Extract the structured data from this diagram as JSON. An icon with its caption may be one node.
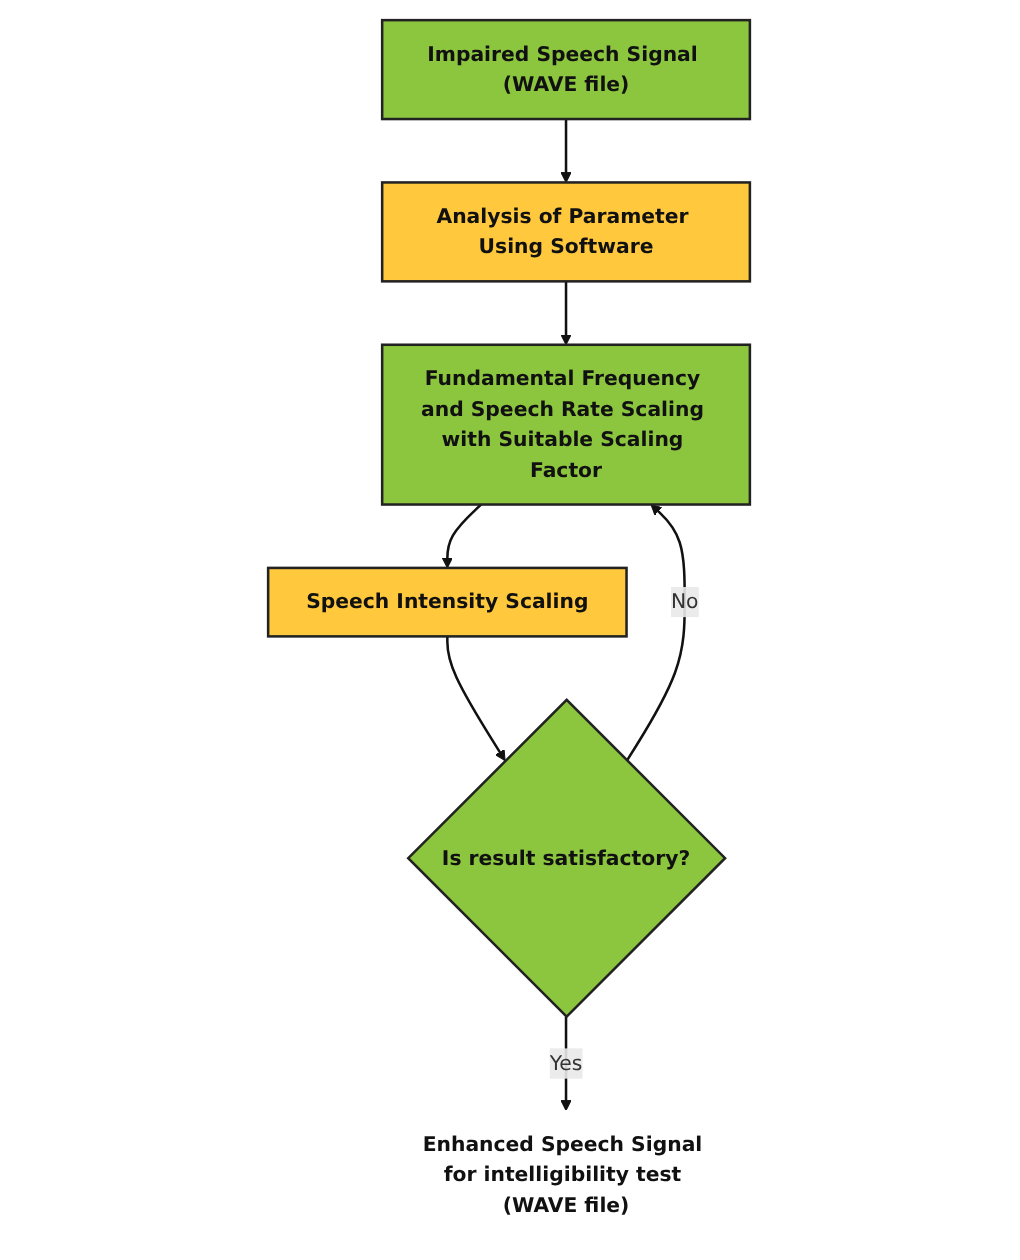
{
  "diagram": {
    "nodes": [
      {
        "text": [
          "Impaired Speech Signal (WAVE file)"
        ]
      },
      {
        "text": [
          "Analysis of Parameter Using Software"
        ]
      },
      {
        "text": [
          "Fundamental Frequency and Speech Rate Scaling with Suitable Scaling Factor"
        ]
      },
      {
        "text": [
          "Speech Intensity Scaling"
        ]
      },
      {
        "text": [
          "Is result satisfactory?"
        ]
      },
      {
        "text": [
          "Enhanced Speech Signal for intelligibility test (WAVE file)"
        ]
      }
    ],
    "edges": [
      {
        "from": 0,
        "to": 1,
        "arrow": "to"
      },
      {
        "from": 1,
        "to": 2,
        "arrow": "to"
      },
      {
        "from": 2,
        "to": 3,
        "arrow": "to"
      },
      {
        "from": 3,
        "to": 4,
        "arrow": "to"
      },
      {
        "from": 4,
        "to": 2,
        "arrow": "to",
        "label": "No"
      },
      {
        "from": 4,
        "to": 5,
        "arrow": "to",
        "label": "Yes"
      }
    ]
  }
}
